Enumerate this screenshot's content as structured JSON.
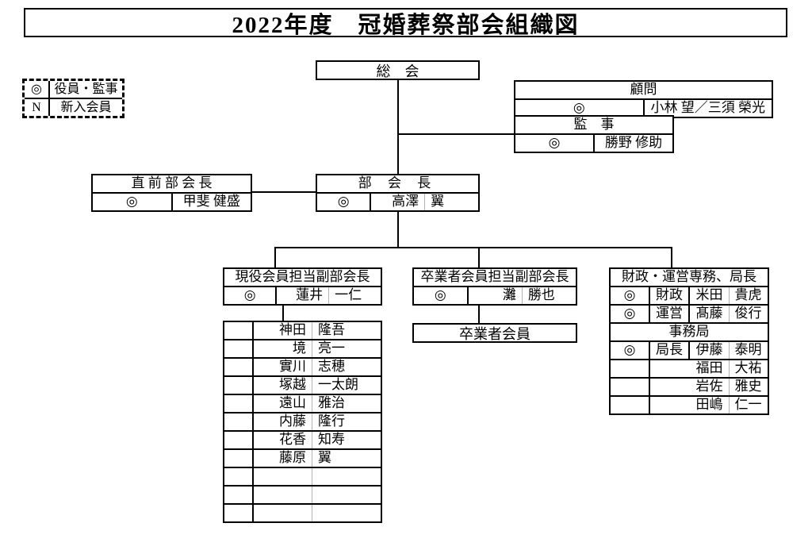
{
  "title": "2022年度　冠婚葬祭部会組織図",
  "legend": {
    "officer": {
      "symbol": "◎",
      "label": "役員・監事"
    },
    "newcomer": {
      "symbol": "N",
      "label": "新入会員"
    }
  },
  "general_meeting": {
    "label": "総　会"
  },
  "advisor": {
    "header": "顧問",
    "mark": "◎",
    "names": "小林 望／三須 榮光"
  },
  "auditor": {
    "header": "監　事",
    "mark": "◎",
    "name": "勝野 修助"
  },
  "previous_chair": {
    "header": "直 前 部 会 長",
    "mark": "◎",
    "name": "甲斐 健盛"
  },
  "chair": {
    "header": "部 会 長",
    "mark": "◎",
    "last": "高澤",
    "first": "翼"
  },
  "active": {
    "header": "現役会員担当副部会長",
    "lead": {
      "mark": "◎",
      "last": "蓮井",
      "first": "一仁"
    },
    "members": [
      {
        "last": "神田",
        "first": "隆吾"
      },
      {
        "last": "境",
        "first": "亮一"
      },
      {
        "last": "實川",
        "first": "志穂"
      },
      {
        "last": "塚越",
        "first": "一太朗"
      },
      {
        "last": "遠山",
        "first": "雅治"
      },
      {
        "last": "内藤",
        "first": "隆行"
      },
      {
        "last": "花香",
        "first": "知寿"
      },
      {
        "last": "藤原",
        "first": "翼"
      },
      {
        "last": "",
        "first": ""
      },
      {
        "last": "",
        "first": ""
      },
      {
        "last": "",
        "first": ""
      }
    ]
  },
  "graduate": {
    "header": "卒業者会員担当副部会長",
    "lead": {
      "mark": "◎",
      "last": "灘",
      "first": "勝也"
    },
    "members_box": "卒業者会員"
  },
  "admin": {
    "header": "財政・運営専務、局長",
    "officers": [
      {
        "mark": "◎",
        "role": "財政",
        "last": "米田",
        "first": "貴虎"
      },
      {
        "mark": "◎",
        "role": "運営",
        "last": "髙藤",
        "first": "俊行"
      }
    ],
    "secretariat_header": "事務局",
    "chief": {
      "mark": "◎",
      "role": "局長",
      "last": "伊藤",
      "first": "泰明"
    },
    "staff": [
      {
        "last": "福田",
        "first": "大祐"
      },
      {
        "last": "岩佐",
        "first": "雅史"
      },
      {
        "last": "田嶋",
        "first": "仁一"
      }
    ]
  }
}
